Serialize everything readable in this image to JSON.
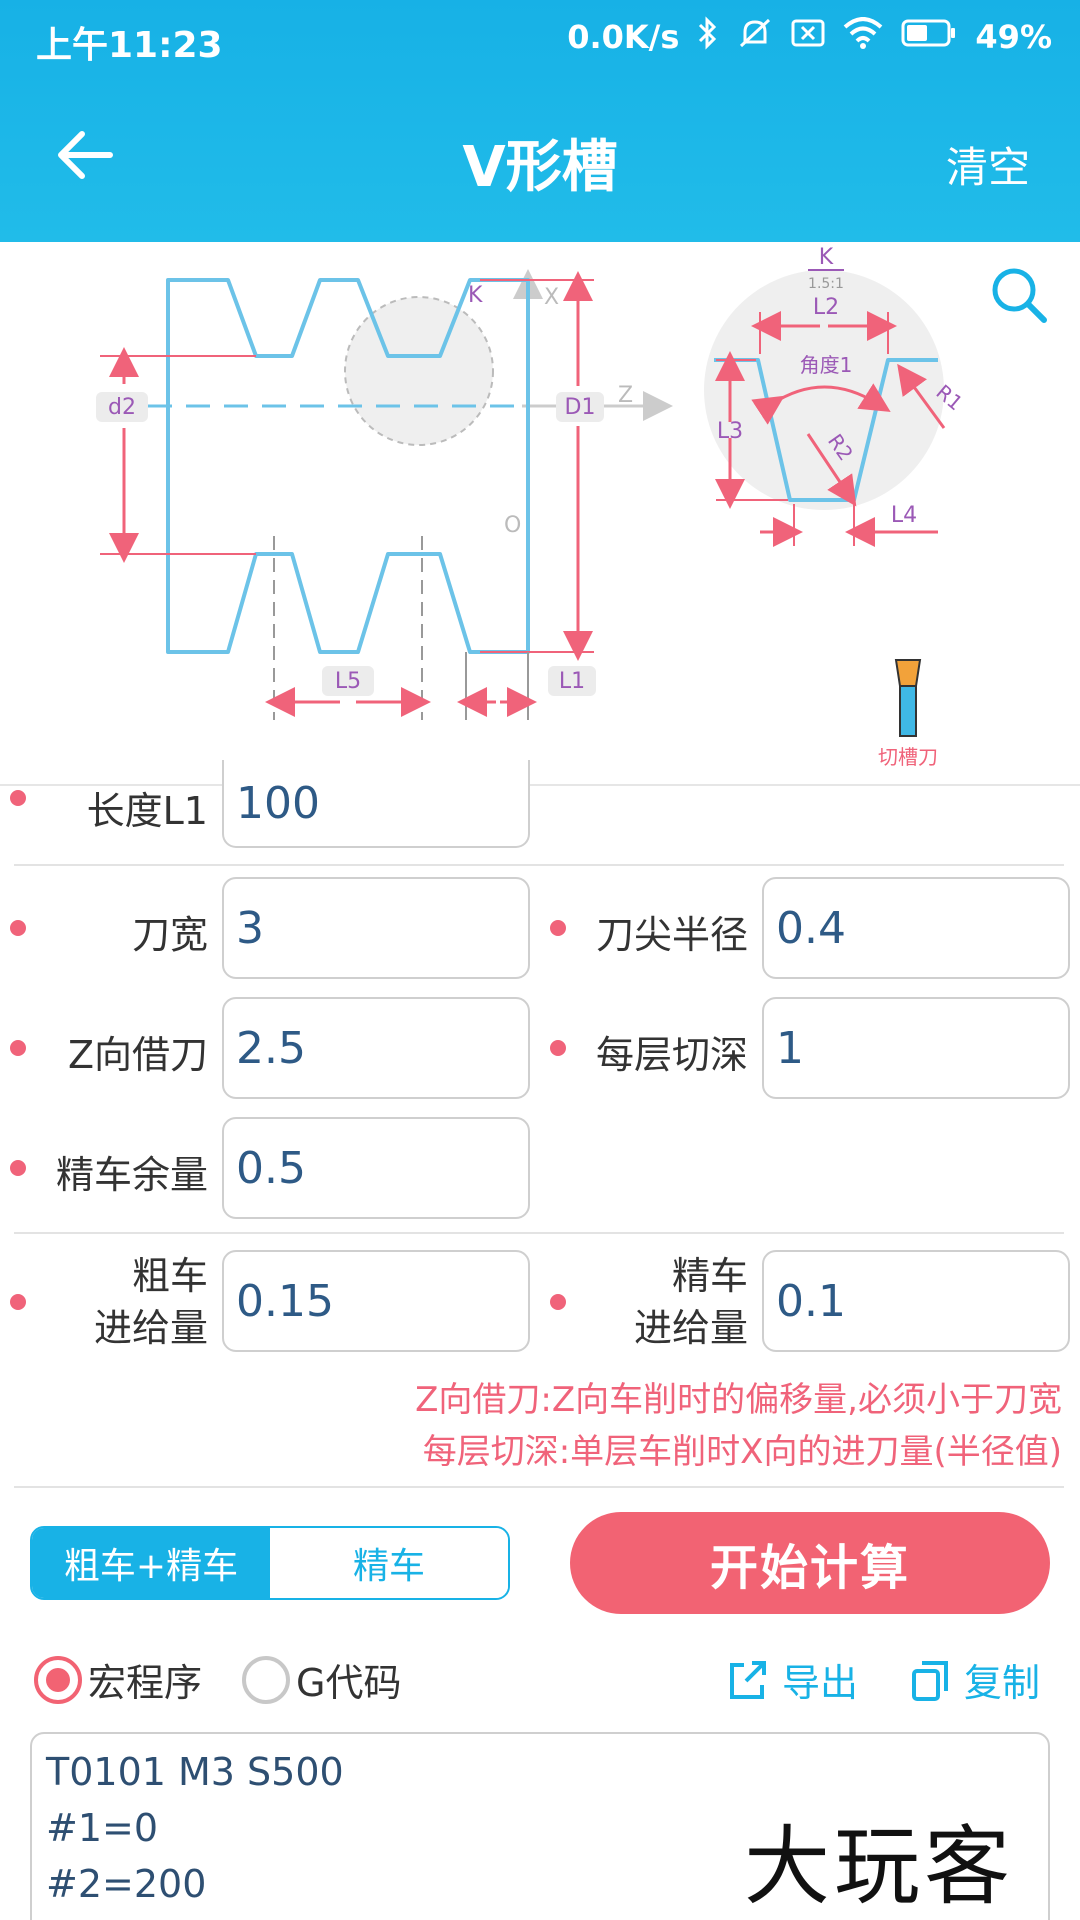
{
  "status_bar": {
    "time": "上午11:23",
    "net_speed": "0.0K/s",
    "battery": "49%"
  },
  "header": {
    "title": "V形槽",
    "clear_label": "清空"
  },
  "diagram": {
    "labels": {
      "K": "K",
      "X": "X",
      "Z": "Z",
      "O": "O",
      "d2": "d2",
      "D1": "D1",
      "L1": "L1",
      "L5": "L5",
      "detail_K": "K",
      "scale": "1.5:1",
      "L2": "L2",
      "angle1": "角度1",
      "R1": "R1",
      "R2": "R2",
      "L3": "L3",
      "L4": "L4",
      "tool": "切槽刀"
    }
  },
  "form": {
    "length_L1": {
      "label": "长度L1",
      "value": "100"
    },
    "tool_width": {
      "label": "刀宽",
      "value": "3"
    },
    "tip_radius": {
      "label": "刀尖半径",
      "value": "0.4"
    },
    "z_offset": {
      "label": "Z向借刀",
      "value": "2.5"
    },
    "cut_depth": {
      "label": "每层切深",
      "value": "1"
    },
    "finish_allowance": {
      "label": "精车余量",
      "value": "0.5"
    },
    "rough_feed": {
      "label_line1": "粗车",
      "label_line2": "进给量",
      "value": "0.15"
    },
    "finish_feed": {
      "label_line1": "精车",
      "label_line2": "进给量",
      "value": "0.1"
    }
  },
  "hints": [
    "Z向借刀:Z向车削时的偏移量,必须小于刀宽",
    "每层切深:单层车削时X向的进刀量(半径值)"
  ],
  "mode": {
    "option1": "粗车+精车",
    "option2": "精车",
    "selected": "粗车+精车"
  },
  "calculate_label": "开始计算",
  "output_type": {
    "macro": "宏程序",
    "gcode": "G代码",
    "selected": "宏程序"
  },
  "actions": {
    "export": "导出",
    "copy": "复制"
  },
  "code_lines": [
    "T0101 M3 S500",
    "#1=0",
    "#2=200"
  ],
  "watermark": "大玩客",
  "colors": {
    "accent": "#18b2e6",
    "danger": "#f26373",
    "outline": "#6cc3e8",
    "dimension": "#f0637a",
    "label": "#9b59b6"
  }
}
